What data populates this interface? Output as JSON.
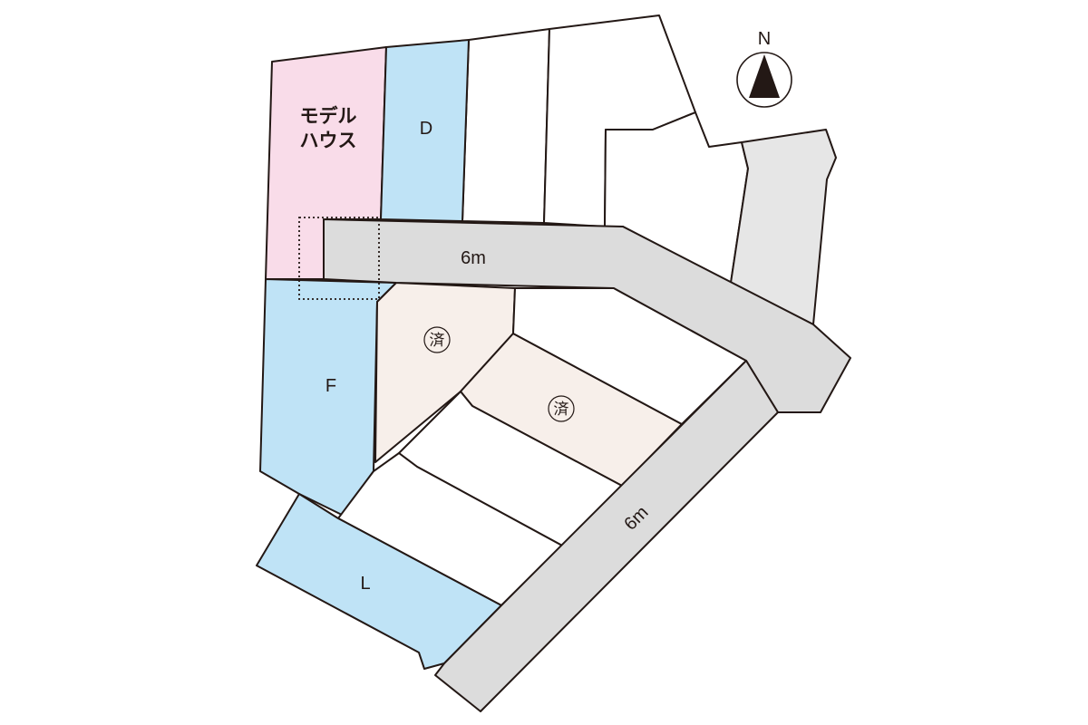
{
  "colors": {
    "model_house": "#f9dce9",
    "available": "#bfe3f6",
    "sold": "#f7efea",
    "road": "#dcdcdc",
    "neighbor": "#e6e6e6",
    "outline": "#231815"
  },
  "compass": {
    "label": "N",
    "icon": "north-arrow-icon"
  },
  "roads": {
    "north_label": "6m",
    "east_label": "6m"
  },
  "lots": {
    "model_house": {
      "line1": "モデル",
      "line2": "ハウス"
    },
    "d": {
      "label": "D"
    },
    "f": {
      "label": "F"
    },
    "l": {
      "label": "L"
    },
    "sold_1": {
      "label": "済"
    },
    "sold_2": {
      "label": "済"
    }
  }
}
